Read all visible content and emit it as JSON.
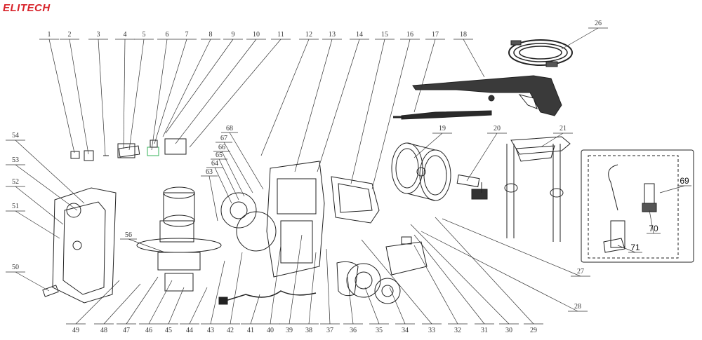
{
  "brand": {
    "logo_text": "ELITECH",
    "logo_color": "#d8232a"
  },
  "top_callouts": [
    "1",
    "2",
    "3",
    "4",
    "5",
    "6",
    "7",
    "8",
    "9",
    "10",
    "11",
    "12",
    "13",
    "14",
    "15",
    "16",
    "17",
    "18"
  ],
  "bottom_callouts": [
    "49",
    "48",
    "47",
    "46",
    "45",
    "44",
    "43",
    "42",
    "41",
    "40",
    "39",
    "38",
    "37",
    "36",
    "35",
    "34",
    "33",
    "32",
    "31",
    "30",
    "29"
  ],
  "left_callouts": [
    "54",
    "53",
    "52",
    "51",
    "50"
  ],
  "right_callouts": [
    "26",
    "19",
    "20",
    "21",
    "27",
    "28"
  ],
  "middle_callouts": [
    "68",
    "67",
    "66",
    "65",
    "64",
    "63",
    "56"
  ],
  "inset": {
    "callouts": [
      "69",
      "70",
      "71"
    ]
  }
}
